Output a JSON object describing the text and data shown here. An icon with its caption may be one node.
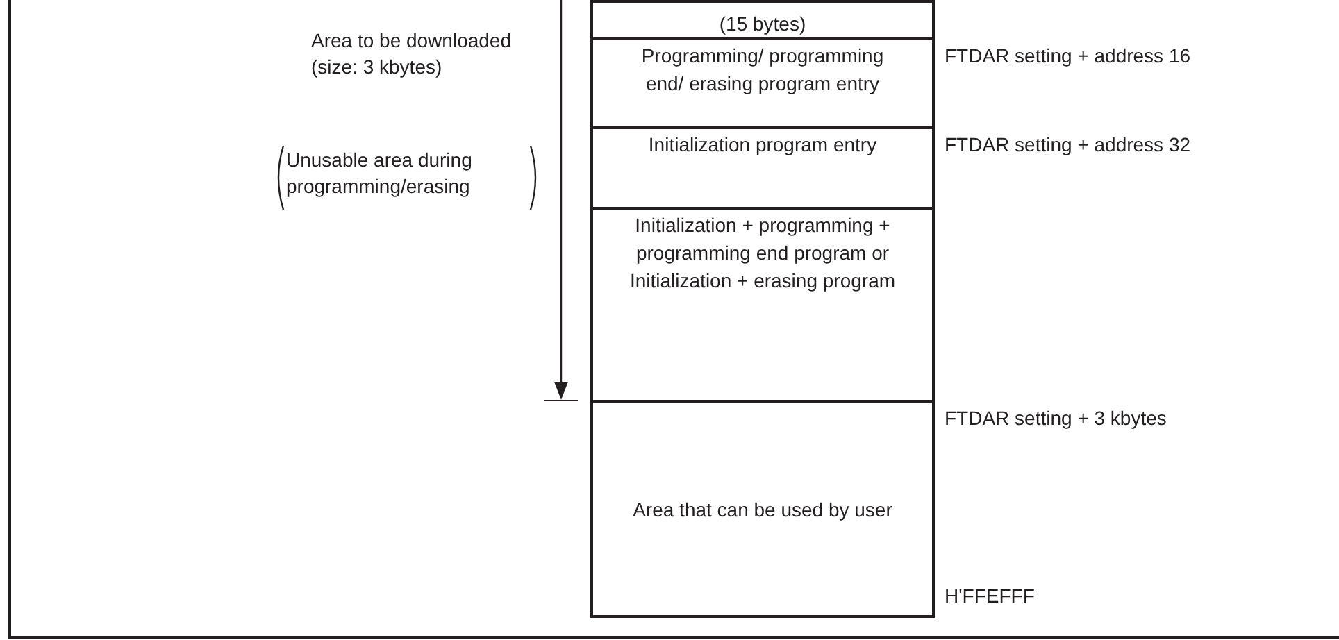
{
  "diagram": {
    "nodes": [
      {
        "text": [
          "(15 bytes)"
        ]
      },
      {
        "text": [
          "Programming/ programming end/ erasing program entry"
        ],
        "beside": [
          "FTDAR setting + address 16"
        ]
      },
      {
        "text": [
          "Initialization program entry"
        ],
        "beside": [
          "FTDAR setting + address 32"
        ]
      },
      {
        "text": [
          "Initialization + programming + programming end program or Initialization + erasing program"
        ]
      },
      {
        "text": [
          "Area that can be used by user"
        ],
        "beside": [
          "FTDAR setting + 3 kbytes",
          "H'FFEFFF"
        ]
      }
    ],
    "labels": [
      "Area to be downloaded (size: 3 kbytes)",
      "Unusable area during programming/erasing"
    ]
  }
}
